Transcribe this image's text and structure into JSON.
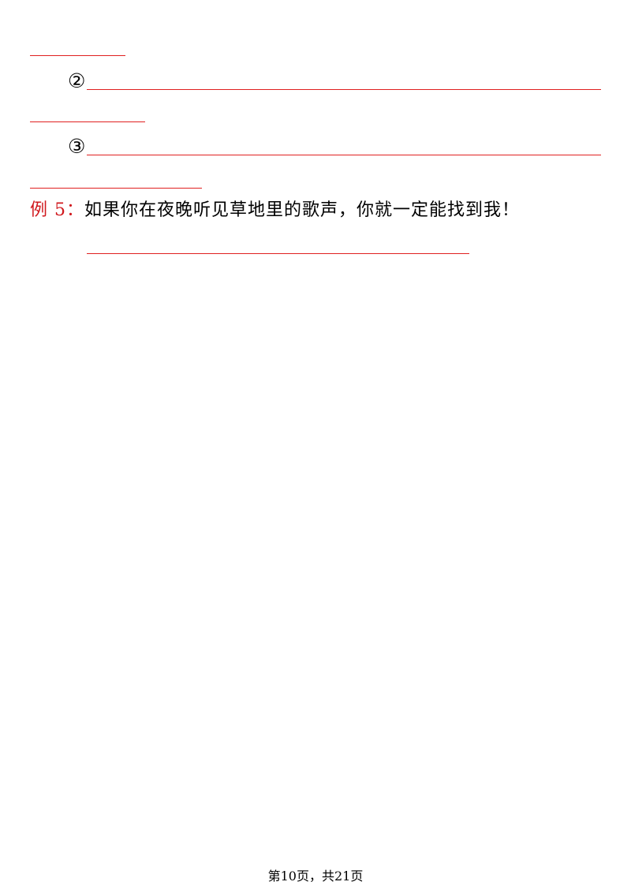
{
  "items": [
    {
      "marker": "②"
    },
    {
      "marker": "③"
    }
  ],
  "example": {
    "label": "例 5：",
    "sentence": "如果你在夜晚听见草地里的歌声，你就一定能找到我！"
  },
  "footer": {
    "page_info": "第10页，共21页"
  },
  "colors": {
    "accent_red": "#d0191e",
    "rule_red": "#e02020"
  }
}
